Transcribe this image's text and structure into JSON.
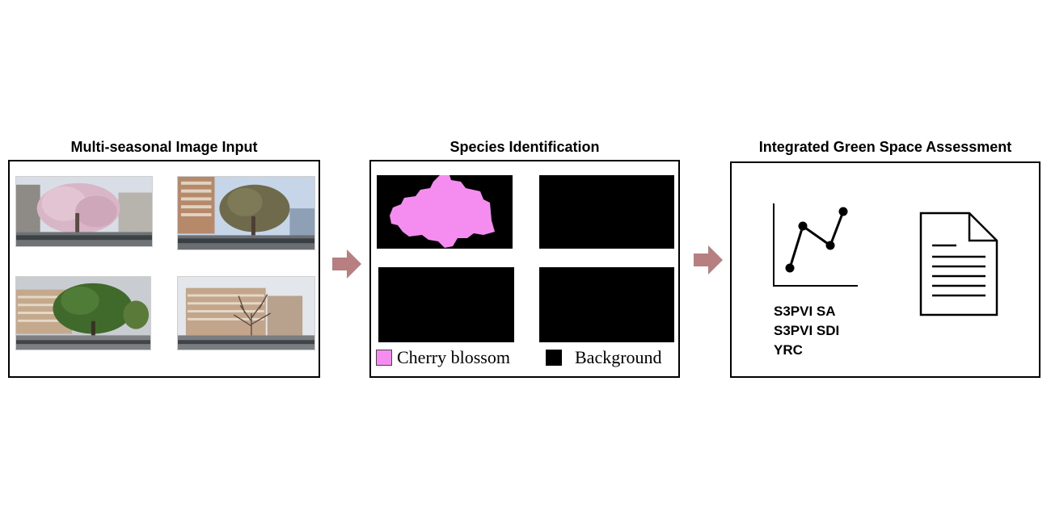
{
  "panels": {
    "input": {
      "title": "Multi-seasonal Image Input"
    },
    "species": {
      "title": "Species Identification"
    },
    "assessment": {
      "title": "Integrated Green Space Assessment"
    }
  },
  "legend": {
    "items": [
      {
        "label": "Cherry blossom",
        "color": "#f58cf0"
      },
      {
        "label": "Background",
        "color": "#000000"
      }
    ]
  },
  "metrics": [
    "S3PVI SA",
    "S3PVI SDI",
    "YRC"
  ],
  "colors": {
    "arrow": "#b87f80",
    "mask_class": "#f58cf0",
    "mask_background": "#000000"
  },
  "icons": {
    "chart": "line-chart-icon",
    "document": "document-icon"
  }
}
